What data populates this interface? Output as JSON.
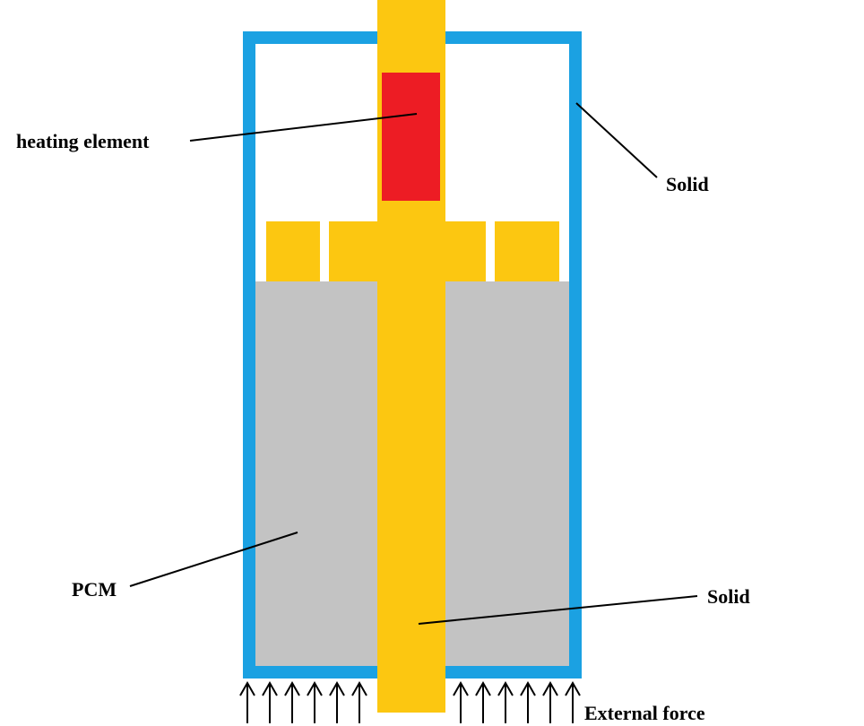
{
  "labels": {
    "heating_element": "heating element",
    "solid_top": "Solid",
    "pcm": "PCM",
    "solid_bottom": "Solid",
    "external_force": "External force"
  },
  "colors": {
    "container": "#1ba1e2",
    "shaft": "#fcc711",
    "heater": "#ed1c24",
    "pcm": "#c3c3c3",
    "line": "#000000",
    "background": "#ffffff"
  }
}
